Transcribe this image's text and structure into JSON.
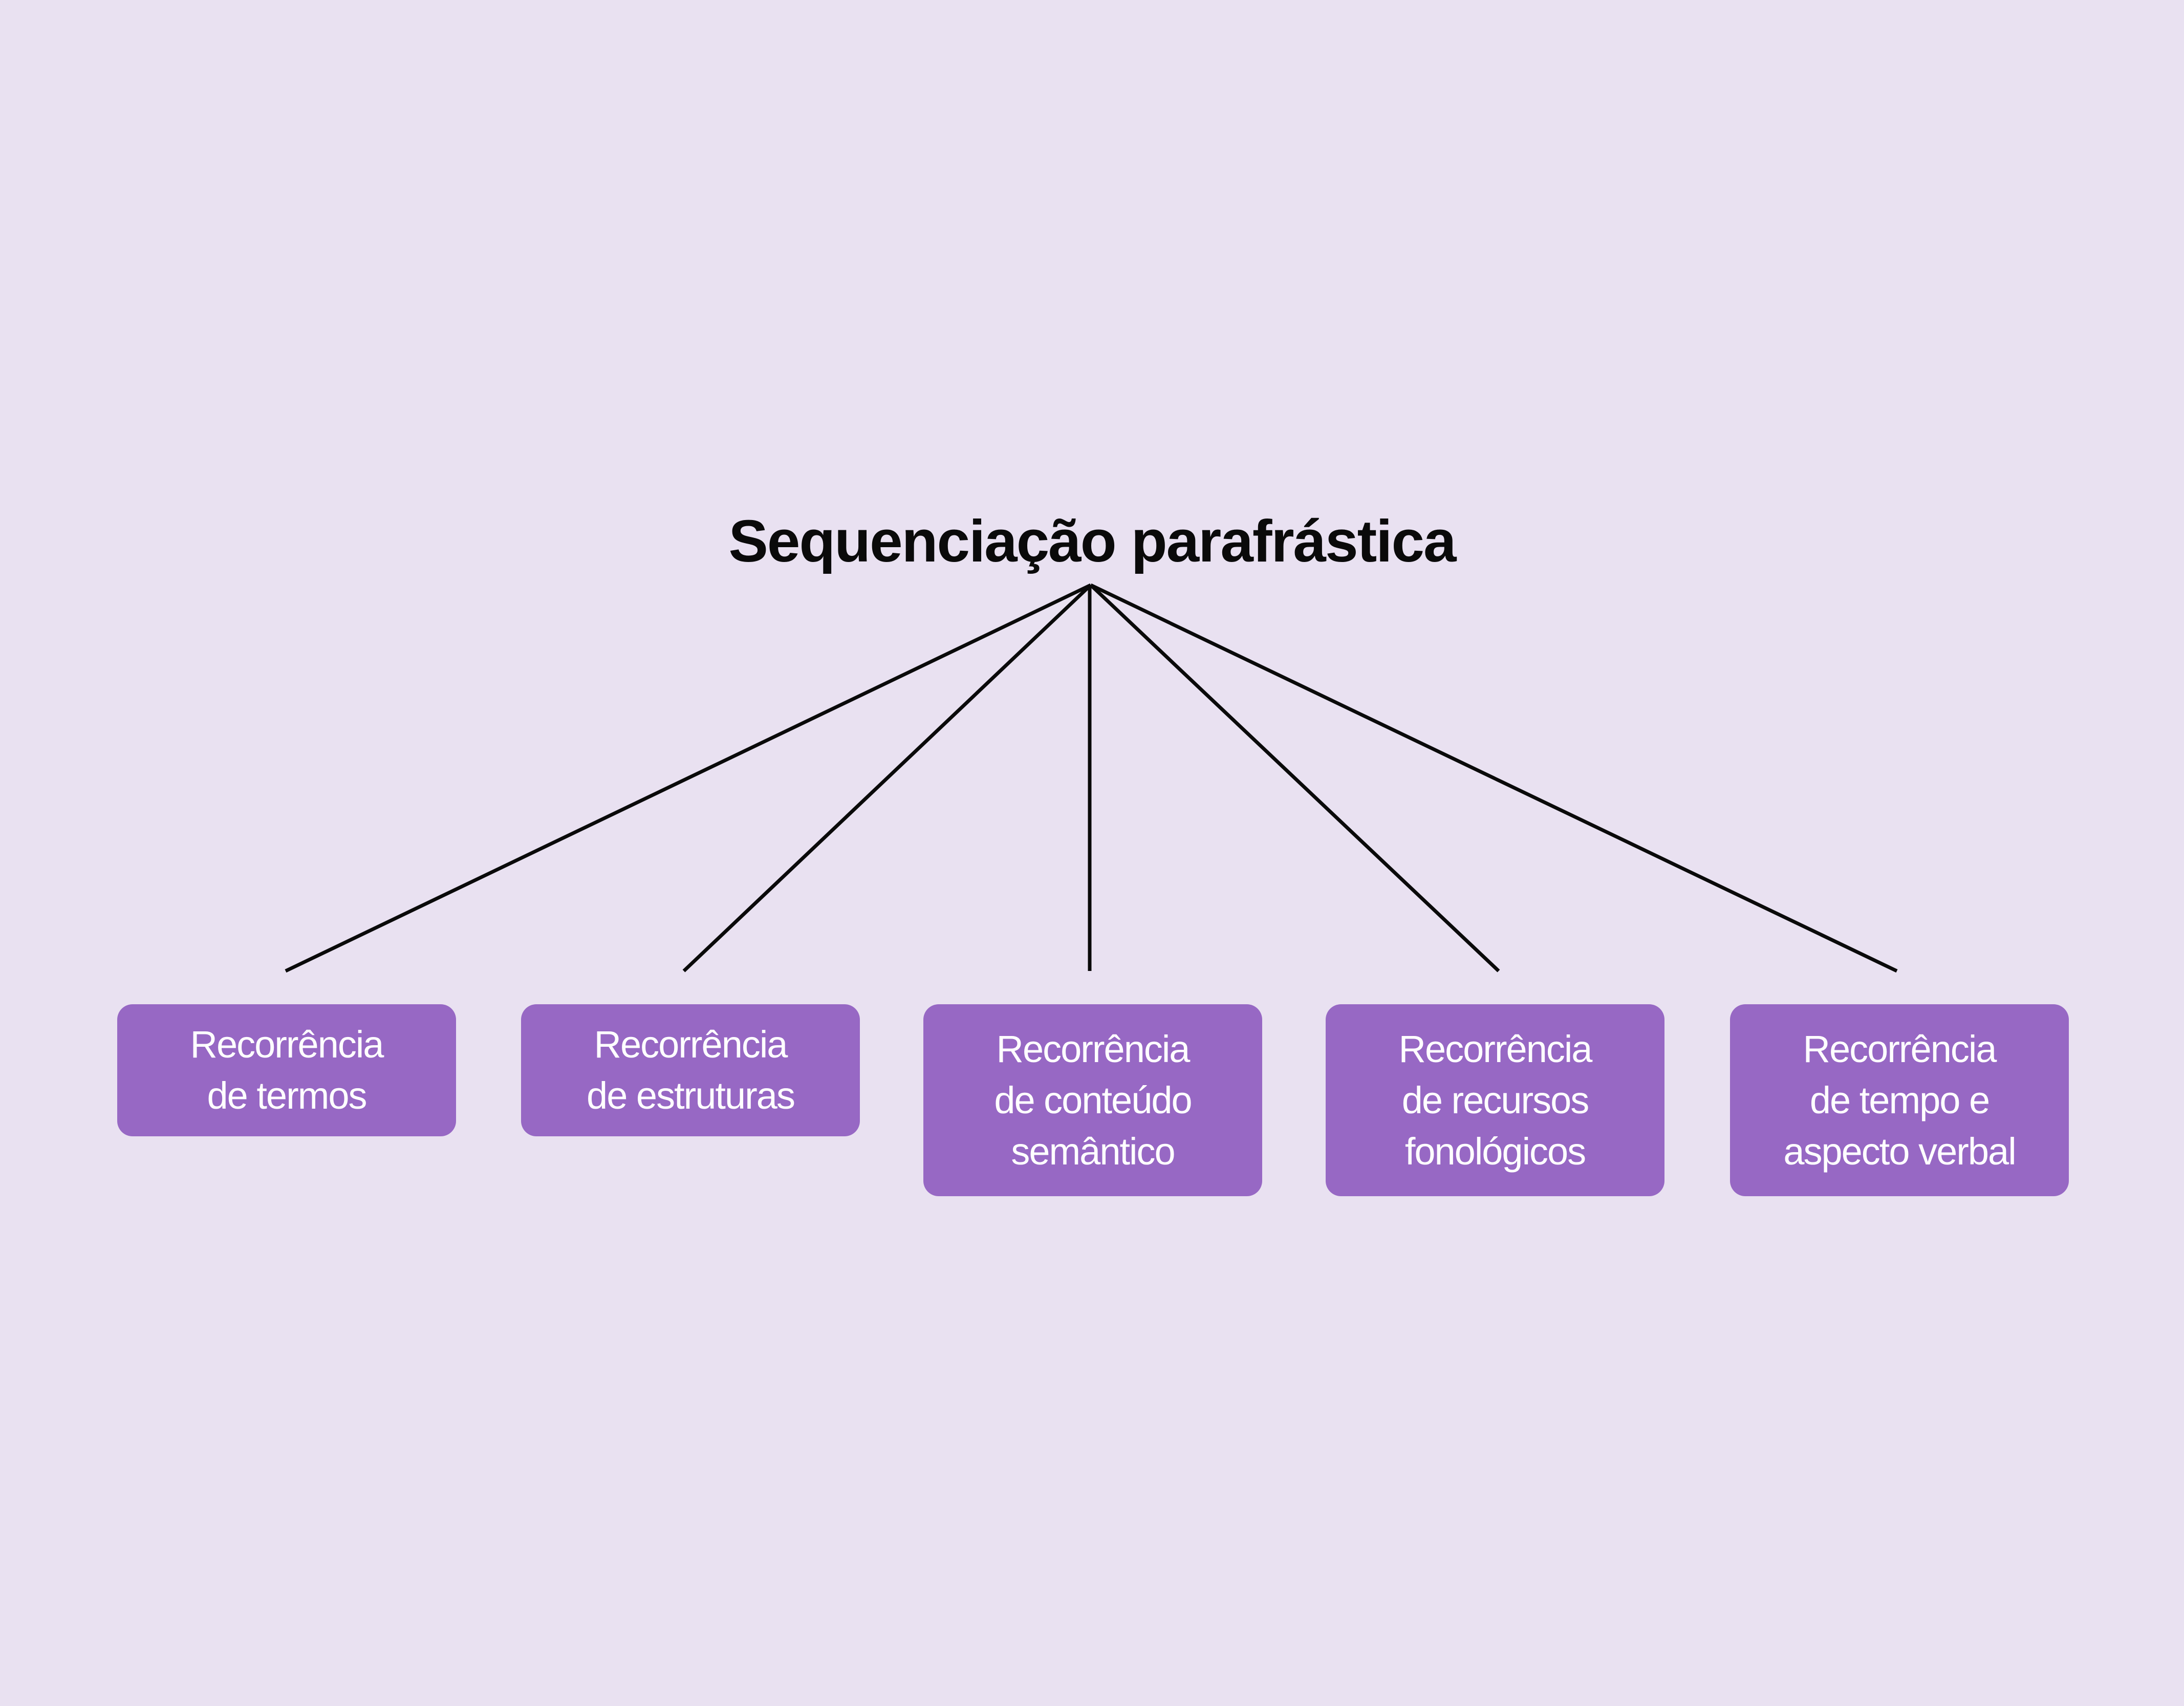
{
  "title": "Sequenciação parafrástica",
  "colors": {
    "background": "#E9E1F1",
    "box": "#9768C4",
    "line": "#0a0a0a",
    "box_text": "#FFFFFF"
  },
  "boxes": [
    {
      "lines": [
        "Recorrência",
        "de termos"
      ]
    },
    {
      "lines": [
        "Recorrência",
        "de estruturas"
      ]
    },
    {
      "lines": [
        "Recorrência",
        "de conteúdo",
        "semântico"
      ]
    },
    {
      "lines": [
        "Recorrência",
        "de recursos",
        "fonológicos"
      ]
    },
    {
      "lines": [
        "Recorrência",
        "de tempo e",
        "aspecto verbal"
      ]
    }
  ]
}
